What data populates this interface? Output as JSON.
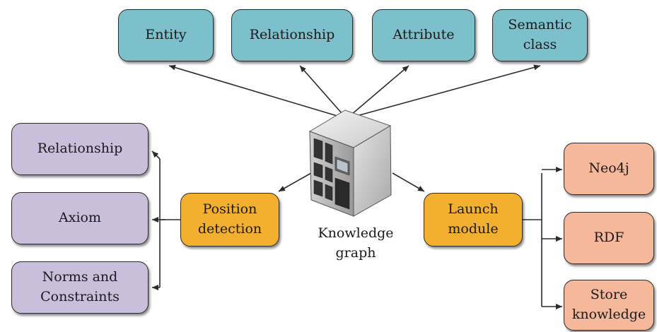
{
  "top_nodes": {
    "entity": "Entity",
    "relationship": "Relationship",
    "attribute": "Attribute",
    "semantic_class": "Semantic\nclass"
  },
  "left_nodes": {
    "relationship": "Relationship",
    "axiom": "Axiom",
    "norms": "Norms and\nConstraints"
  },
  "hubs": {
    "position_detection": "Position\ndetection",
    "launch_module": "Launch\nmodule"
  },
  "right_nodes": {
    "neo4j": "Neo4j",
    "rdf": "RDF",
    "store_knowledge": "Store\nknowledge"
  },
  "center": {
    "label": "Knowledge\ngraph",
    "icon": "server-icon"
  },
  "colors": {
    "teal": "#7cc0cc",
    "purple": "#c9bfdb",
    "orange": "#f2b02e",
    "salmon": "#f6b89b",
    "line": "#2b2b2b"
  }
}
